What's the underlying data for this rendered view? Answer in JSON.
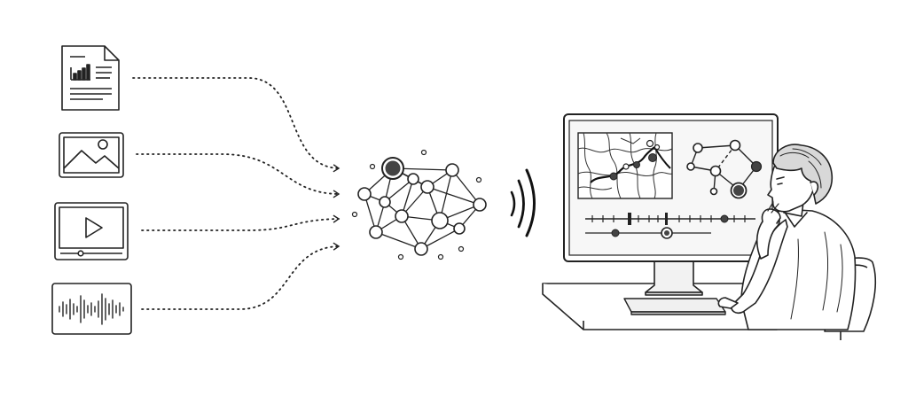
{
  "diagram": {
    "inputs": [
      {
        "name": "document-icon",
        "kind": "document"
      },
      {
        "name": "image-icon",
        "kind": "image"
      },
      {
        "name": "video-player-icon",
        "kind": "video"
      },
      {
        "name": "audio-waveform-icon",
        "kind": "audio"
      }
    ],
    "hub": {
      "name": "neural-network-graph-icon"
    },
    "transmission": {
      "name": "wireless-signal-icon"
    },
    "workstation": {
      "screen_panels": [
        "map-panel-icon",
        "node-graph-panel-icon",
        "timeline-panel-icon"
      ],
      "person": "person-analyzing-icon"
    },
    "colors": {
      "ink": "#222222",
      "dark_node": "#444444",
      "screen_bg": "#f4f4f4",
      "line": "#333333"
    }
  }
}
